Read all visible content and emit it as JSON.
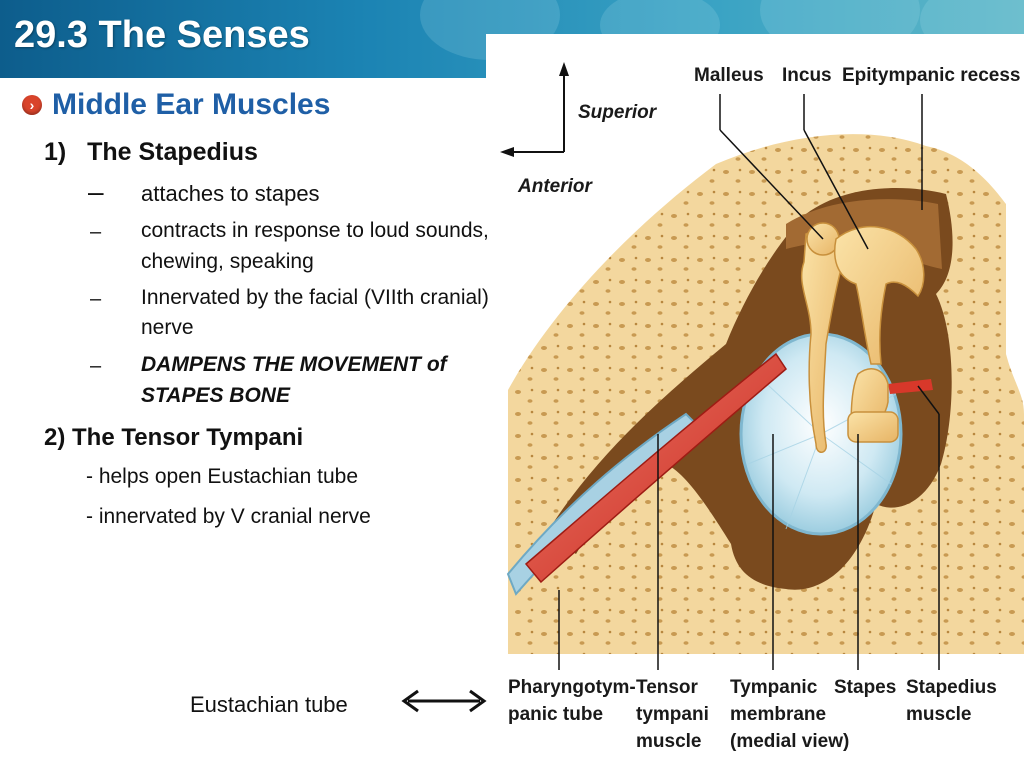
{
  "slide": {
    "title": "29.3 The Senses",
    "heading": "Middle Ear Muscles",
    "section1": {
      "title": "1)   The Stapedius",
      "bullets": [
        {
          "marker": "–",
          "text": "attaches to stapes"
        },
        {
          "marker": "–",
          "line1": "contracts in response to loud sounds,",
          "line2": "chewing, speaking"
        },
        {
          "marker": "–",
          "line1": "Innervated by the facial (VIIth cranial)",
          "line2": "nerve"
        },
        {
          "marker": "–",
          "line1": "DAMPENS THE MOVEMENT of",
          "line2": "STAPES BONE"
        }
      ]
    },
    "section2": {
      "title": "2) The Tensor Tympani",
      "bullets": [
        "- helps open Eustachian tube",
        "- innervated by V cranial nerve"
      ]
    },
    "eustachian_label": "Eustachian tube"
  },
  "diagram": {
    "labels": {
      "malleus": "Malleus",
      "incus": "Incus",
      "epitympanic": "Epitympanic recess",
      "superior": "Superior",
      "anterior": "Anterior",
      "pharyngo1": "Pharyngotym-",
      "pharyngo2": "panic tube",
      "tensor1": "Tensor",
      "tensor2": "tympani",
      "tensor3": "muscle",
      "tympanic1": "Tympanic",
      "tympanic2": "membrane",
      "tympanic3": "(medial view)",
      "stapes": "Stapes",
      "stapedius1": "Stapedius",
      "stapedius2": "muscle"
    }
  }
}
